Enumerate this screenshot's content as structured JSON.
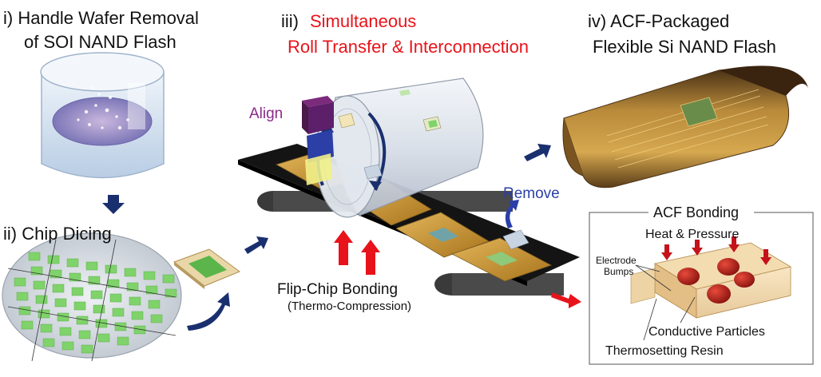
{
  "steps": {
    "step1": {
      "line1": "i) Handle Wafer Removal",
      "line2": "of SOI NAND Flash"
    },
    "step2": {
      "label": "ii) Chip Dicing"
    },
    "step3": {
      "prefix": "iii)",
      "line1": "Simultaneous",
      "line2": "Roll Transfer & Interconnection"
    },
    "step4": {
      "line1": "iv) ACF-Packaged",
      "line2": "Flexible Si NAND Flash"
    }
  },
  "labels": {
    "align": "Align",
    "remove": "Remove",
    "flipchip": "Flip-Chip Bonding",
    "thermo": "(Thermo-Compression)"
  },
  "acf_inset": {
    "title": "ACF Bonding",
    "heat": "Heat & Pressure",
    "electrode1": "Electrode",
    "electrode2": "Bumps",
    "particles": "Conductive Particles",
    "resin": "Thermosetting Resin"
  },
  "colors": {
    "red_title": "#e8131a",
    "arrow_navy": "#1a2f6e",
    "align_purple": "#8b2a8b",
    "remove_blue": "#2a3fa8",
    "chip_green": "#7fd36a",
    "gold": "#c8952e"
  }
}
